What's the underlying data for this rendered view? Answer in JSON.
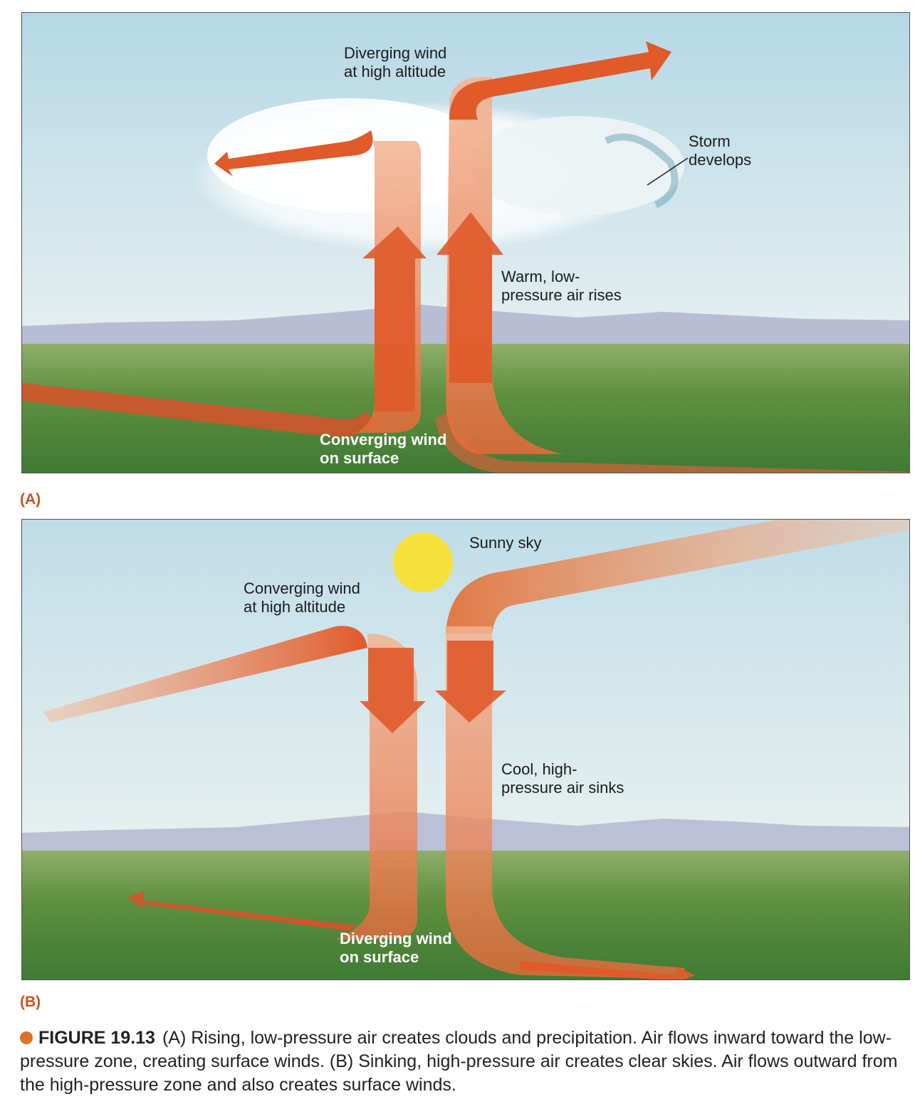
{
  "panel_a": {
    "tag": "(A)",
    "label_top": "Diverging wind\nat high altitude",
    "label_storm": "Storm\ndevelops",
    "label_rise": "Warm, low-\npressure air rises",
    "label_surface": "Converging wind\non surface"
  },
  "panel_b": {
    "tag": "(B)",
    "label_sun": "Sunny sky",
    "label_top": "Converging wind\nat high altitude",
    "label_sink": "Cool, high-\npressure air sinks",
    "label_surface": "Diverging wind\non surface"
  },
  "caption": {
    "figure": "FIGURE 19.13",
    "text": "(A) Rising, low-pressure air creates clouds and precipitation. Air flows inward toward the low-pressure zone, creating surface winds. (B) Sinking, high-pressure air creates clear skies. Air flows outward from the high-pressure zone and also creates surface winds."
  },
  "colors": {
    "arrow": "#e05a2a",
    "arrow_light": "#f0b79a",
    "sky_top": "#b9dbe8",
    "grass": "#5e8f3e",
    "sun": "#f7e13c",
    "accent": "#c8521f"
  }
}
